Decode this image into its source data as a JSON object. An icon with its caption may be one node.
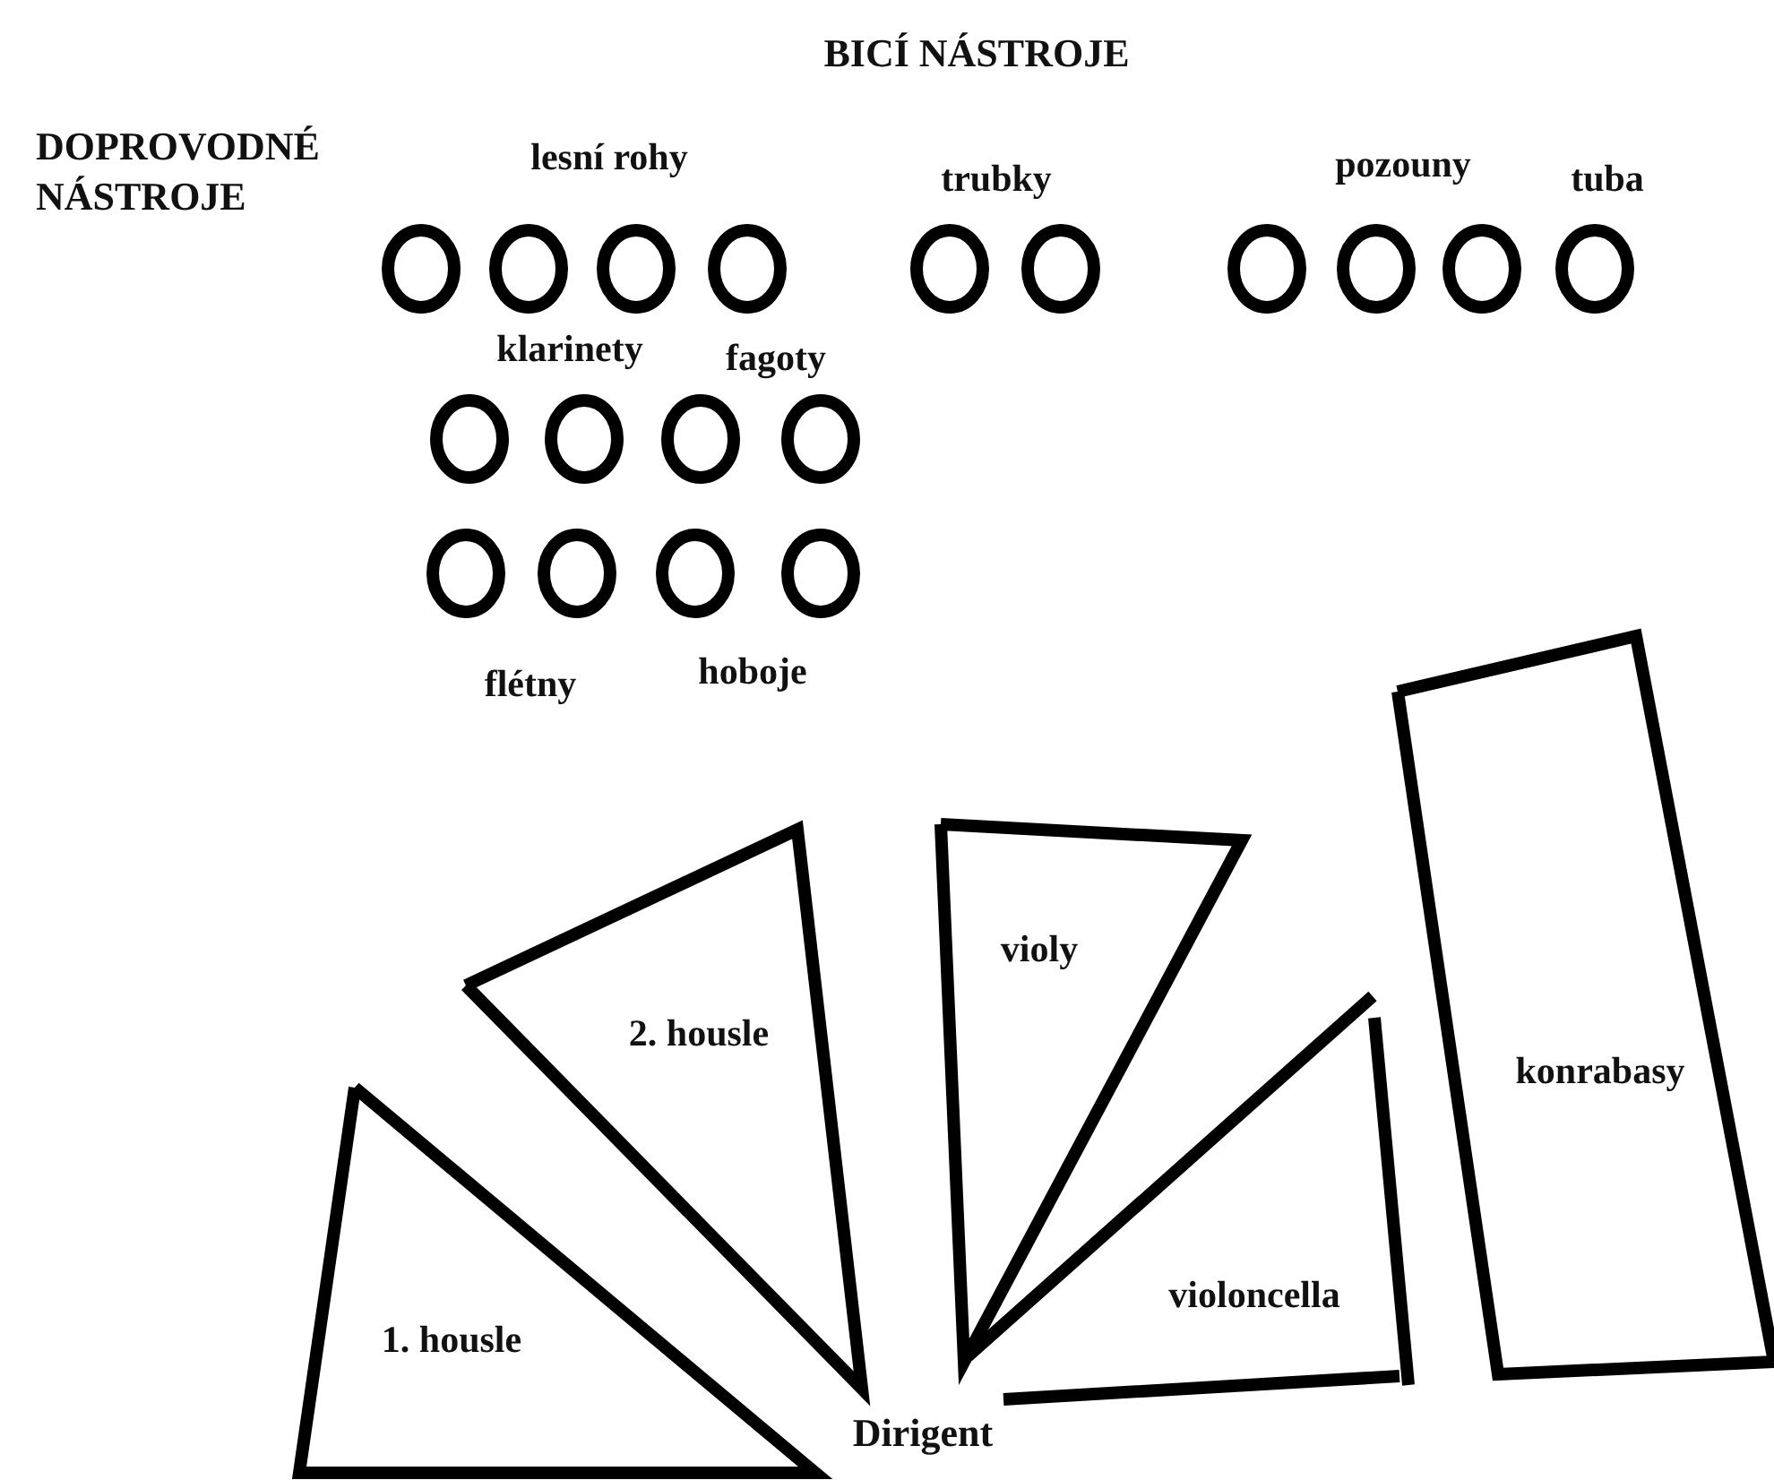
{
  "diagram": {
    "nodes": [
      {
        "text": [],
        "shape": "circle"
      },
      {
        "text": [],
        "shape": "circle"
      },
      {
        "text": [],
        "shape": "circle"
      },
      {
        "text": [],
        "shape": "circle"
      },
      {
        "text": [],
        "shape": "circle"
      },
      {
        "text": [],
        "shape": "circle"
      },
      {
        "text": [],
        "shape": "circle"
      },
      {
        "text": [],
        "shape": "circle"
      },
      {
        "text": [],
        "shape": "circle"
      },
      {
        "text": [],
        "shape": "circle"
      },
      {
        "text": [],
        "shape": "circle"
      },
      {
        "text": [],
        "shape": "circle"
      },
      {
        "text": [],
        "shape": "circle"
      },
      {
        "text": [],
        "shape": "circle"
      },
      {
        "text": [],
        "shape": "circle"
      },
      {
        "text": [],
        "shape": "circle"
      },
      {
        "text": [],
        "shape": "circle"
      },
      {
        "text": [],
        "shape": "circle"
      },
      {
        "text": [
          "konrabasy"
        ]
      },
      {
        "text": [
          "violy"
        ]
      },
      {
        "text": [
          "2. housle"
        ]
      },
      {
        "text": [
          "violoncella"
        ]
      },
      {
        "text": [
          "1. housle"
        ]
      }
    ],
    "labels": [
      "BICÍ NÁSTROJE",
      "DOPROVODNÉ NÁSTROJE",
      "lesní rohy",
      "trubky",
      "pozouny",
      "tuba",
      "klarinety",
      "fagoty",
      "flétny",
      "hoboje",
      "Dirigent"
    ]
  }
}
